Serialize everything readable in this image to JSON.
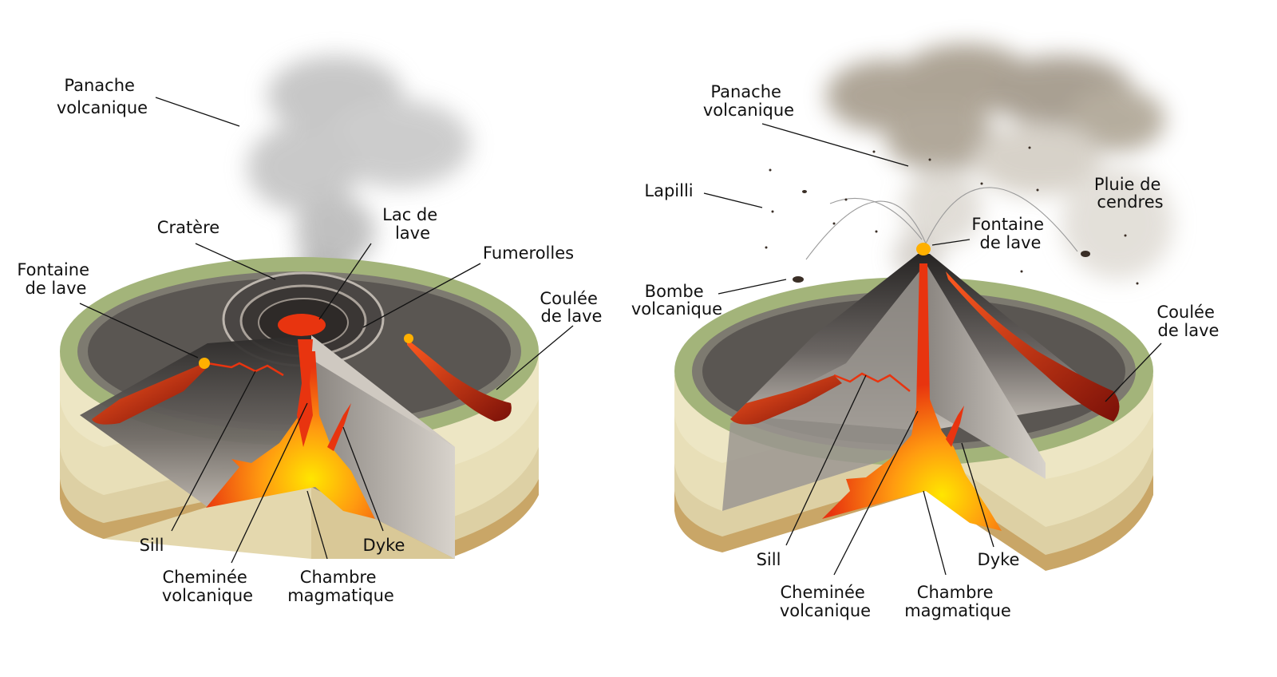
{
  "left_volcano": {
    "labels": {
      "panache": [
        "Panache",
        "volcanique"
      ],
      "cratere": [
        "Cratère"
      ],
      "lac_de_lave": [
        "Lac de",
        "lave"
      ],
      "fumerolles": [
        "Fumerolles"
      ],
      "fontaine_de_lave": [
        "Fontaine",
        "de lave"
      ],
      "coulee_de_lave": [
        "Coulée",
        "de lave"
      ],
      "sill": [
        "Sill"
      ],
      "cheminee": [
        "Cheminée",
        "volcanique"
      ],
      "chambre": [
        "Chambre",
        "magmatique"
      ],
      "dyke": [
        "Dyke"
      ]
    }
  },
  "right_volcano": {
    "labels": {
      "panache": [
        "Panache",
        "volcanique"
      ],
      "lapilli": [
        "Lapilli"
      ],
      "pluie_de_cendres": [
        "Pluie de",
        "cendres"
      ],
      "fontaine_de_lave": [
        "Fontaine",
        "de lave"
      ],
      "bombe": [
        "Bombe",
        "volcanique"
      ],
      "coulee_de_lave": [
        "Coulée",
        "de lave"
      ],
      "sill": [
        "Sill"
      ],
      "cheminee": [
        "Cheminée",
        "volcanique"
      ],
      "chambre": [
        "Chambre",
        "magmatique"
      ],
      "dyke": [
        "Dyke"
      ]
    }
  },
  "colors": {
    "lava": "#e8340f",
    "lava_dark": "#a8180a",
    "magma_core": "#ffd800",
    "rim_green": "#a3b47a",
    "soil_light": "#e8dfb8",
    "soil_base": "#c4a064",
    "rock_dark": "#3c3a38",
    "ash_plume": "#8a7d68"
  }
}
